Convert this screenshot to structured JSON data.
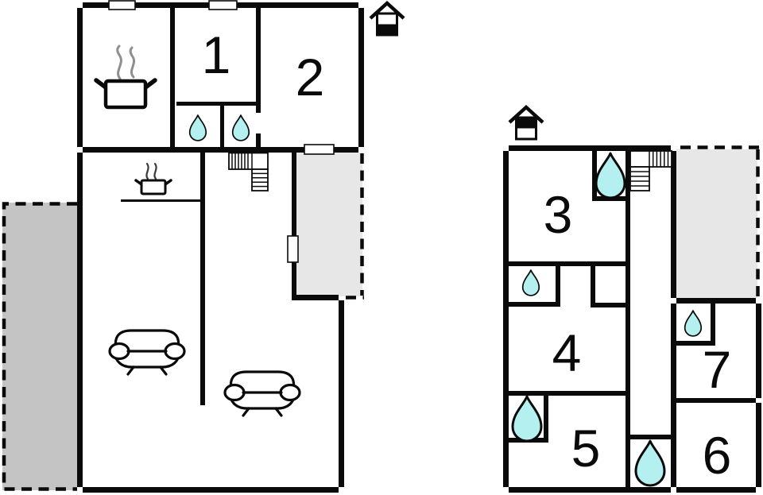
{
  "floor_plan": {
    "left_building": {
      "rooms": [
        {
          "number": "1"
        },
        {
          "number": "2"
        }
      ]
    },
    "right_building": {
      "rooms": [
        {
          "number": "3"
        },
        {
          "number": "4"
        },
        {
          "number": "5"
        },
        {
          "number": "6"
        },
        {
          "number": "7"
        }
      ]
    }
  },
  "icons": {
    "house_ground_floor": "house-silhouette-lower-half-filled",
    "house_upper_floor": "house-silhouette-upper-half-filled",
    "water_drop": "teardrop",
    "cooking_pot": "pot-with-steam",
    "sofa": "sofa-front-view",
    "staircase": "l-shaped-stairs-with-treads",
    "terrace": "gray-area-dashed-border"
  },
  "colors": {
    "wall": "#0a0a0a",
    "water_drop_fill": "#b3f0ef",
    "terrace_dark_fill": "#c4c4c4",
    "terrace_light_fill": "#e7e7e7",
    "steam_gray": "#8f8f8f",
    "background": "#ffffff"
  }
}
